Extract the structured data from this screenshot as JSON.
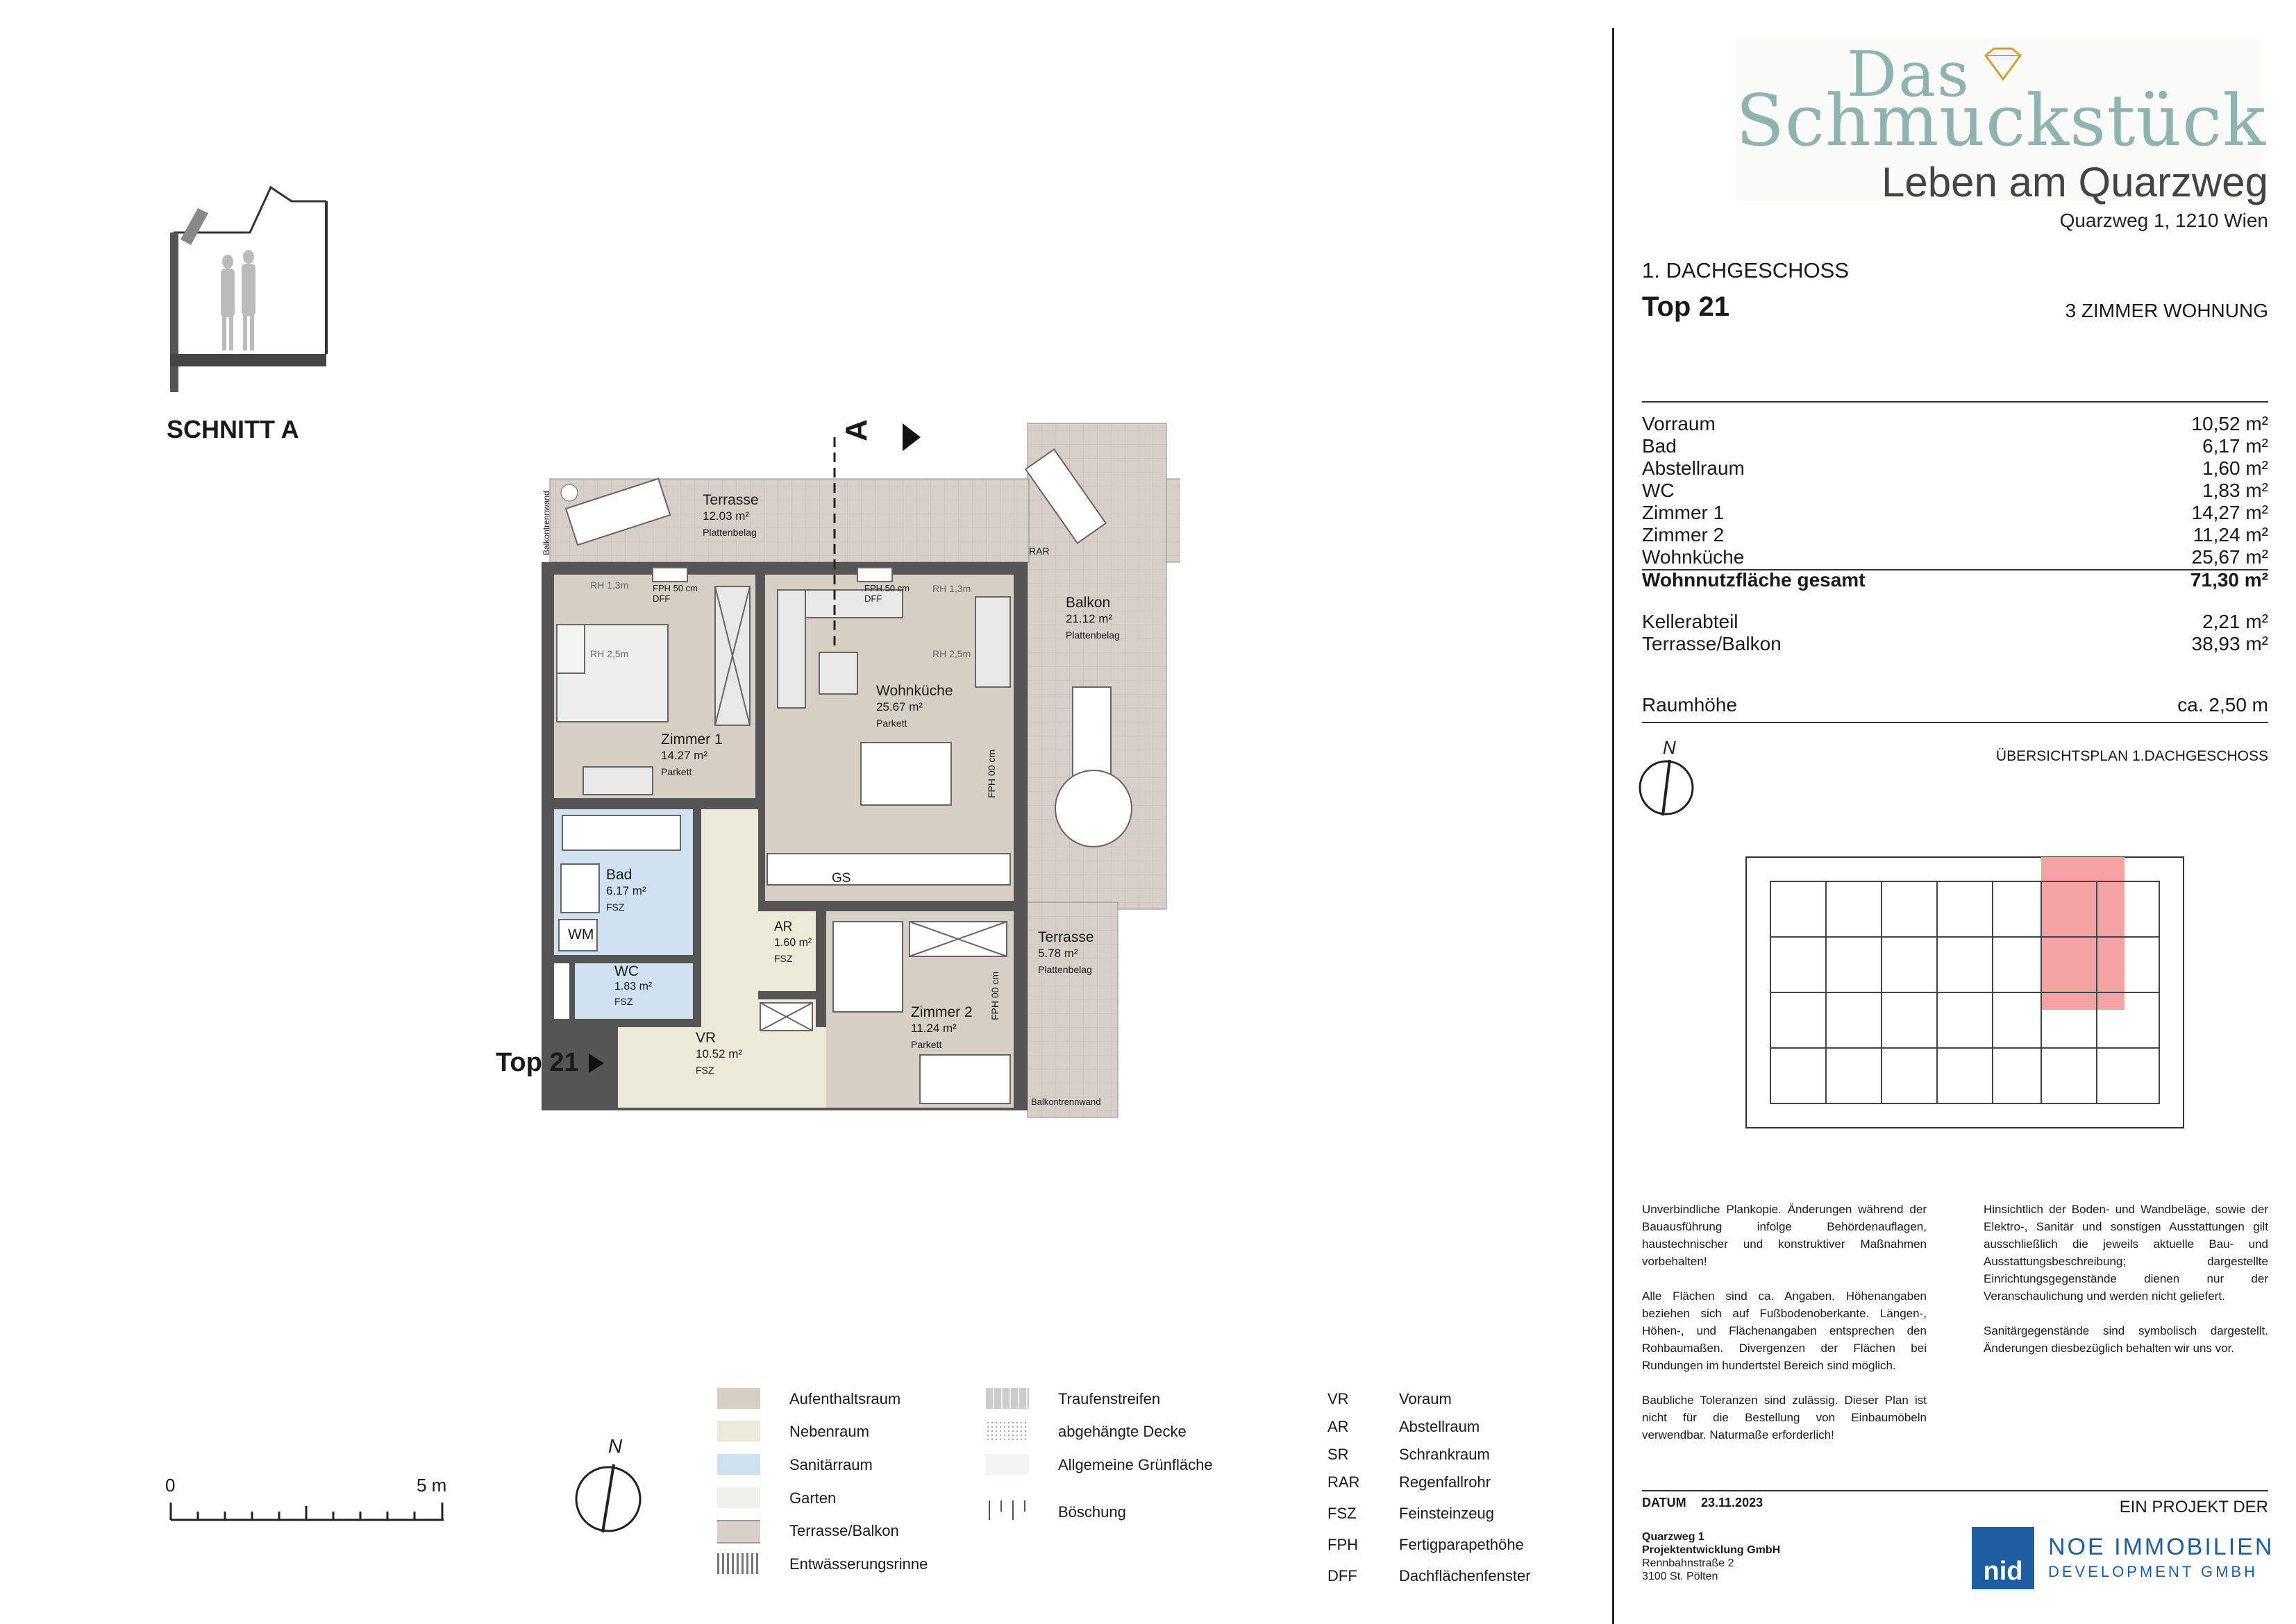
{
  "section": {
    "label": "SCHNITT A"
  },
  "plan": {
    "arrow_a": "A",
    "entry": "Top 21",
    "terrasse_top": {
      "name": "Terrasse",
      "area": "12.03 m²",
      "floor": "Plattenbelag"
    },
    "balcony_label": "Balkontrennwand",
    "rar": "RAR",
    "rh13a": "RH 1,3m",
    "rh25a": "RH 2,5m",
    "rh13b": "RH 1,3m",
    "rh25b": "RH 2,5m",
    "dff1": "FPH 50 cm DFF",
    "dff2": "FPH 50 cm DFF",
    "balkon": {
      "name": "Balkon",
      "area": "21.12 m²",
      "floor": "Plattenbelag"
    },
    "zimmer1": {
      "name": "Zimmer 1",
      "area": "14.27 m²",
      "floor": "Parkett"
    },
    "wohnkueche": {
      "name": "Wohnküche",
      "area": "25.67 m²",
      "floor": "Parkett"
    },
    "fph1": "FPH 00 cm",
    "bad": {
      "name": "Bad",
      "area": "6.17 m²",
      "floor": "FSZ"
    },
    "wm": "WM",
    "gs": "GS",
    "ar": {
      "name": "AR",
      "area": "1.60 m²",
      "floor": "FSZ"
    },
    "wc": {
      "name": "WC",
      "area": "1.83 m²",
      "floor": "FSZ"
    },
    "vr": {
      "name": "VR",
      "area": "10.52 m²",
      "floor": "FSZ"
    },
    "zimmer2": {
      "name": "Zimmer 2",
      "area": "11.24 m²",
      "floor": "Parkett"
    },
    "terrasse_r": {
      "name": "Terrasse",
      "area": "5.78 m²",
      "floor": "Plattenbelag"
    },
    "fph2": "FPH 00 cm",
    "balkon2": "Balkontrennwand"
  },
  "scale": {
    "start": "0",
    "end": "5 m"
  },
  "north": "N",
  "legend1": [
    "Aufenthaltsraum",
    "Nebenraum",
    "Sanitärraum",
    "Garten",
    "Terrasse/Balkon",
    "Entwässerungsrinne"
  ],
  "legend2": [
    "Traufenstreifen",
    "abgehängte Decke",
    "Allgemeine Grünfläche",
    "Böschung"
  ],
  "abbr": [
    {
      "k": "VR",
      "v": "Voraum"
    },
    {
      "k": "AR",
      "v": "Abstellraum"
    },
    {
      "k": "SR",
      "v": "Schrankraum"
    },
    {
      "k": "RAR",
      "v": "Regenfallrohr"
    },
    {
      "k": "FSZ",
      "v": "Feinsteinzeug"
    },
    {
      "k": "FPH",
      "v": "Fertigparapethöhe"
    },
    {
      "k": "DFF",
      "v": "Dachflächenfenster"
    }
  ],
  "brand": {
    "das": "Das",
    "name": "Schmuckstück",
    "sub": "Leben am Quarzweg",
    "address": "Quarzweg 1, 1210 Wien"
  },
  "unit": {
    "floor": "1. DACHGESCHOSS",
    "top": "Top 21",
    "type": "3 ZIMMER WOHNUNG"
  },
  "rooms": [
    {
      "name": "Vorraum",
      "area": "10,52 m²"
    },
    {
      "name": "Bad",
      "area": "6,17 m²"
    },
    {
      "name": "Abstellraum",
      "area": "1,60 m²"
    },
    {
      "name": "WC",
      "area": "1,83 m²"
    },
    {
      "name": "Zimmer 1",
      "area": "14,27 m²"
    },
    {
      "name": "Zimmer 2",
      "area": "11,24 m²"
    },
    {
      "name": "Wohnküche",
      "area": "25,67 m²"
    }
  ],
  "total": {
    "name": "Wohnnutzfläche gesamt",
    "area": "71,30 m²"
  },
  "extras": [
    {
      "name": "Kellerabteil",
      "area": "2,21 m²"
    },
    {
      "name": "Terrasse/Balkon",
      "area": "38,93 m²"
    }
  ],
  "height": {
    "name": "Raumhöhe",
    "value": "ca. 2,50 m"
  },
  "overview": "ÜBERSICHTSPLAN 1.DACHGESCHOSS",
  "disclaimer_left": [
    "Unverbindliche Plankopie. Änderungen während der Bauausführung infolge Behördenauflagen, haustechnischer und konstruktiver Maßnahmen vorbehalten!",
    "Alle Flächen sind ca. Angaben. Höhenangaben beziehen sich auf Fußbodenoberkante. Längen-, Höhen-, und Flächenangaben entsprechen den Rohbaumaßen. Divergenzen der Flächen bei Rundungen im hundertstel Bereich sind möglich.",
    "Baubliche Toleranzen sind zulässig. Dieser Plan ist nicht für die Bestellung von Einbaumöbeln verwendbar. Naturmaße erforderlich!"
  ],
  "disclaimer_right": [
    "Hinsichtlich der Boden- und Wandbeläge, sowie der Elektro-, Sanitär und sonstigen Ausstattungen gilt ausschließlich die jeweils aktuelle Bau- und Ausstattungsbeschreibung; dargestellte Einrichtungsgegenstände dienen nur der Veranschaulichung und werden nicht geliefert.",
    "Sanitärgegenstände sind symbolisch dargestellt. Änderungen diesbezüglich behalten wir uns vor."
  ],
  "date": {
    "label": "DATUM",
    "value": "23.11.2023"
  },
  "project_label": "EIN PROJEKT DER",
  "company": [
    "Quarzweg 1",
    "Projektentwicklung GmbH",
    "Rennbahnstraße 2",
    "3100 St. Pölten"
  ],
  "developer": {
    "badge": "nid",
    "line1": "NOE IMMOBILIEN",
    "line2": "DEVELOPMENT GMBH"
  },
  "colors": {
    "aufenthalt": "#d6cfc6",
    "neben": "#ece9d8",
    "sanitaer": "#cfe0ee",
    "garten": "#edf2ea",
    "terrasse": "#d7cfc8",
    "highlight": "#f4a3a3",
    "logo": "#8fb3ad"
  }
}
